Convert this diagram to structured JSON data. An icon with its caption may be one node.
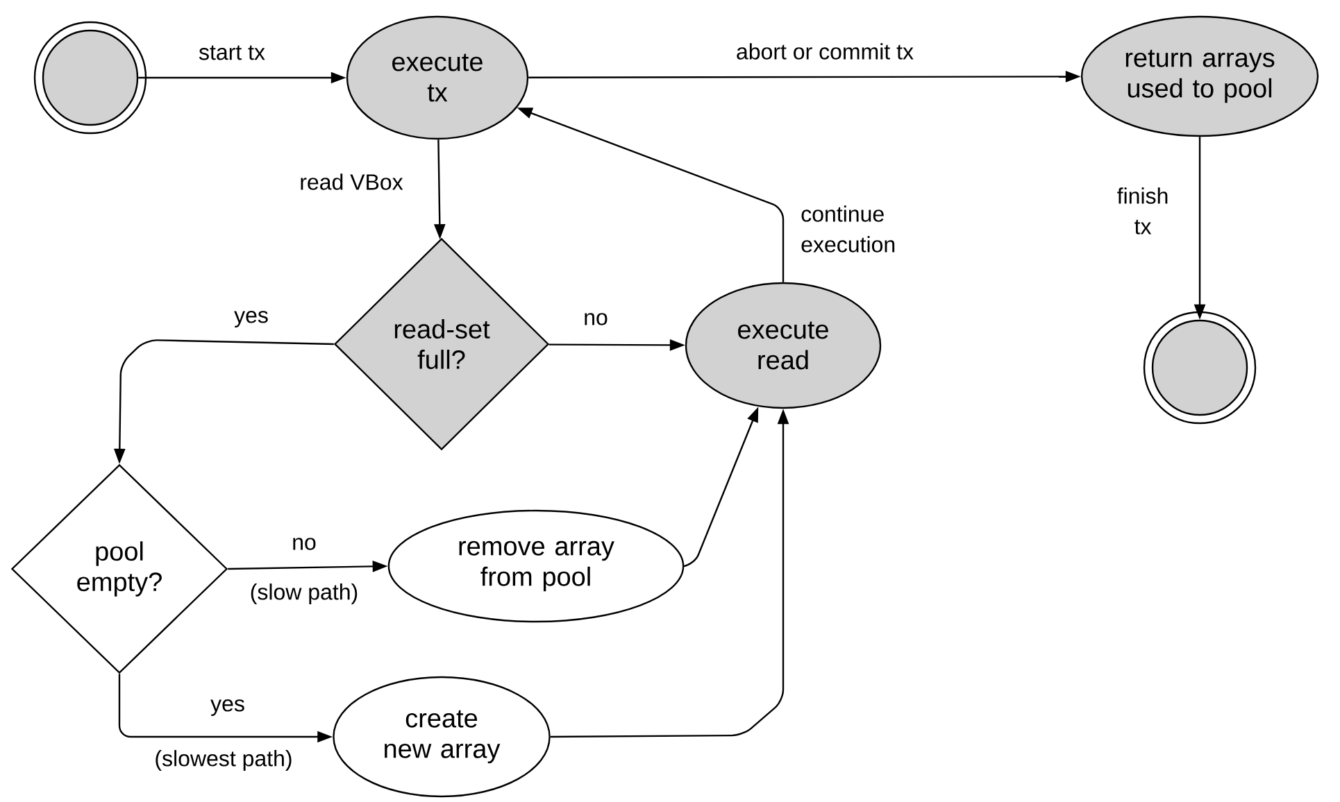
{
  "diagram": {
    "nodes": [
      {
        "text": [],
        "shape": "circle"
      },
      {
        "text": [
          "execute tx"
        ]
      },
      {
        "text": [
          "return arrays used to pool"
        ]
      },
      {
        "text": [],
        "shape": "circle"
      },
      {
        "text": [
          "read-set full?"
        ]
      },
      {
        "text": [
          "execute read"
        ]
      },
      {
        "text": [
          "pool empty?"
        ]
      },
      {
        "text": [
          "remove array from pool"
        ]
      },
      {
        "text": [
          "create new array"
        ]
      }
    ],
    "edges": [
      {
        "from": 0,
        "to": 1,
        "arrow": "to",
        "label": "start tx"
      },
      {
        "from": 1,
        "to": 2,
        "arrow": "to",
        "label": "abort or commit tx"
      },
      {
        "from": 2,
        "to": 3,
        "arrow": "to",
        "label": "finish tx"
      },
      {
        "from": 1,
        "to": 4,
        "arrow": "to",
        "label": "read VBox"
      },
      {
        "from": 4,
        "to": 5,
        "arrow": "to",
        "label": "no"
      },
      {
        "from": 5,
        "to": 1,
        "arrow": "to",
        "label": "continue execution"
      },
      {
        "from": 4,
        "to": 6,
        "arrow": "to",
        "label": "yes"
      },
      {
        "from": 6,
        "to": 7,
        "arrow": "to",
        "label": "no"
      },
      {
        "from": 7,
        "to": 5,
        "arrow": "to"
      },
      {
        "from": 6,
        "to": 8,
        "arrow": "to",
        "label": "yes"
      },
      {
        "from": 8,
        "to": 5,
        "arrow": "to"
      }
    ],
    "labels": [
      "(slow path)",
      "(slowest path)"
    ]
  }
}
